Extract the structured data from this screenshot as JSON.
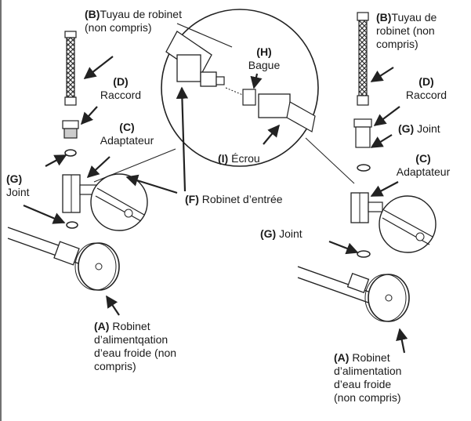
{
  "labels": {
    "b_left": {
      "code": "(B)",
      "text": "Tuyau de robinet",
      "line2": "(non compris)"
    },
    "d_left": {
      "code": "(D)",
      "text": "Raccord"
    },
    "c_left": {
      "code": "(C)",
      "text": "Adaptateur"
    },
    "g_left": {
      "code": "(G)",
      "text": "Joint"
    },
    "a_left": {
      "code": "(A)",
      "text": "Robinet",
      "line2": "d’alimentqation",
      "line3": "d’eau froide (non",
      "line4": "compris)"
    },
    "h": {
      "code": "(H)",
      "text": "Bague"
    },
    "i": {
      "code": "(I)",
      "text": "Écrou"
    },
    "f": {
      "code": "(F)",
      "text": "Robinet d’entrée"
    },
    "b_right": {
      "code": "(B)",
      "text": "Tuyau de",
      "line2": "robinet (non",
      "line3": "compris)"
    },
    "d_right": {
      "code": "(D)",
      "text": "Raccord"
    },
    "g_right_top": {
      "code": "(G)",
      "text": "Joint"
    },
    "c_right": {
      "code": "(C)",
      "text": "Adaptateur"
    },
    "g_right_mid": {
      "code": "(G)",
      "text": "Joint"
    },
    "a_right": {
      "code": "(A)",
      "text": "Robinet",
      "line2": "d’alimentation",
      "line3": "d’eau froide",
      "line4": "(non compris)"
    }
  },
  "colors": {
    "ink": "#1a1a1a",
    "line": "#222222",
    "fill": "#ffffff",
    "shade": "#9a9a9a"
  }
}
